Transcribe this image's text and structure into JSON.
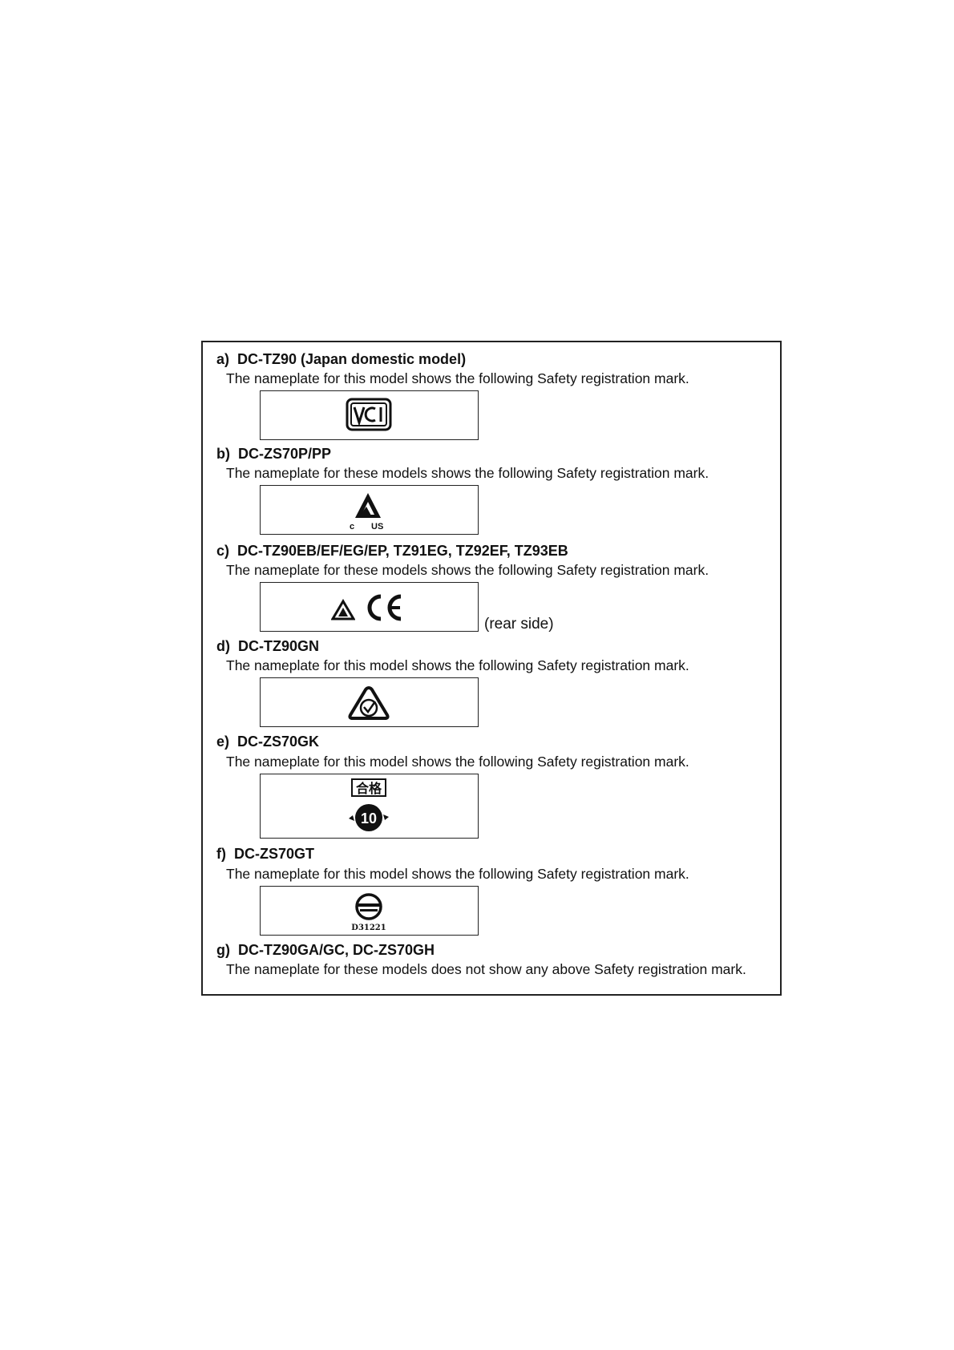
{
  "entries": [
    {
      "letter": "a)",
      "model": "DC-TZ90 (Japan domestic model)",
      "text": "The nameplate for this model shows the following Safety registration mark.",
      "mark": "vcci-icon"
    },
    {
      "letter": "b)",
      "model": "DC-ZS70P/PP",
      "text": "The nameplate for these models shows the following Safety registration mark.",
      "mark": "csa-c-us-icon",
      "mark_text": [
        "c",
        "US"
      ]
    },
    {
      "letter": "c)",
      "model": "DC-TZ90EB/EF/EG/EP, TZ91EG, TZ92EF, TZ93EB",
      "text": "The nameplate for these models shows the following Safety registration mark.",
      "mark": "ce-mark-icon",
      "note": "(rear side)"
    },
    {
      "letter": "d)",
      "model": "DC-TZ90GN",
      "text": "The nameplate for this model shows the following Safety registration mark.",
      "mark": "rcm-icon"
    },
    {
      "letter": "e)",
      "model": "DC-ZS70GK",
      "text": "The nameplate for this model shows the following Safety registration mark.",
      "mark": "china-pass-10-icon",
      "mark_text": [
        "合格",
        "10"
      ]
    },
    {
      "letter": "f)",
      "model": "DC-ZS70GT",
      "text": "The nameplate for this model shows the following Safety registration mark.",
      "mark": "bsmi-icon",
      "mark_text": [
        "D31221"
      ]
    },
    {
      "letter": "g)",
      "model": "DC-TZ90GA/GC, DC-ZS70GH",
      "text": "The nameplate for these models does not show any above Safety registration mark."
    }
  ]
}
